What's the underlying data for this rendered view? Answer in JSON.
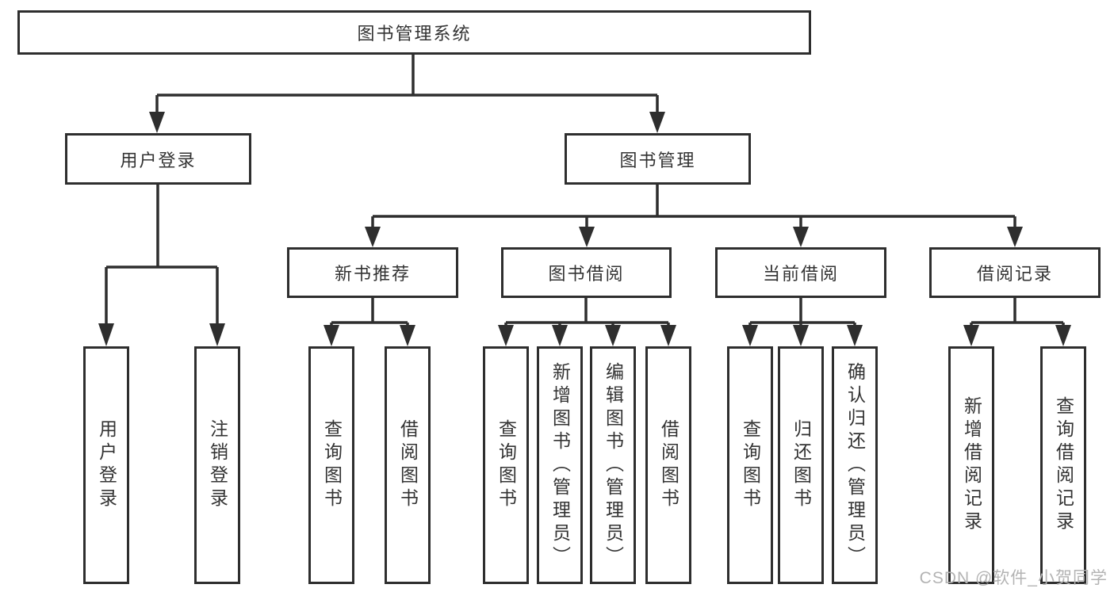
{
  "diagram_title": "图书管理系统",
  "tree": {
    "label": "图书管理系统",
    "children": [
      {
        "label": "用户登录",
        "children": [
          {
            "label": "用户登录"
          },
          {
            "label": "注销登录"
          }
        ]
      },
      {
        "label": "图书管理",
        "children": [
          {
            "label": "新书推荐",
            "children": [
              {
                "label": "查询图书"
              },
              {
                "label": "借阅图书"
              }
            ]
          },
          {
            "label": "图书借阅",
            "children": [
              {
                "label": "查询图书"
              },
              {
                "label": "新增图书（管理员）"
              },
              {
                "label": "编辑图书（管理员）"
              },
              {
                "label": "借阅图书"
              }
            ]
          },
          {
            "label": "当前借阅",
            "children": [
              {
                "label": "查询图书"
              },
              {
                "label": "归还图书"
              },
              {
                "label": "确认归还（管理员）"
              }
            ]
          },
          {
            "label": "借阅记录",
            "children": [
              {
                "label": "新增借阅记录"
              },
              {
                "label": "查询借阅记录"
              }
            ]
          }
        ]
      }
    ]
  },
  "watermark": {
    "text": "CSDN @软件_小贺同学",
    "color": "#b3b3b3"
  },
  "colors": {
    "line": "#2e2e2e",
    "text": "#333333",
    "background": "#ffffff",
    "box_fill": "#ffffff"
  }
}
